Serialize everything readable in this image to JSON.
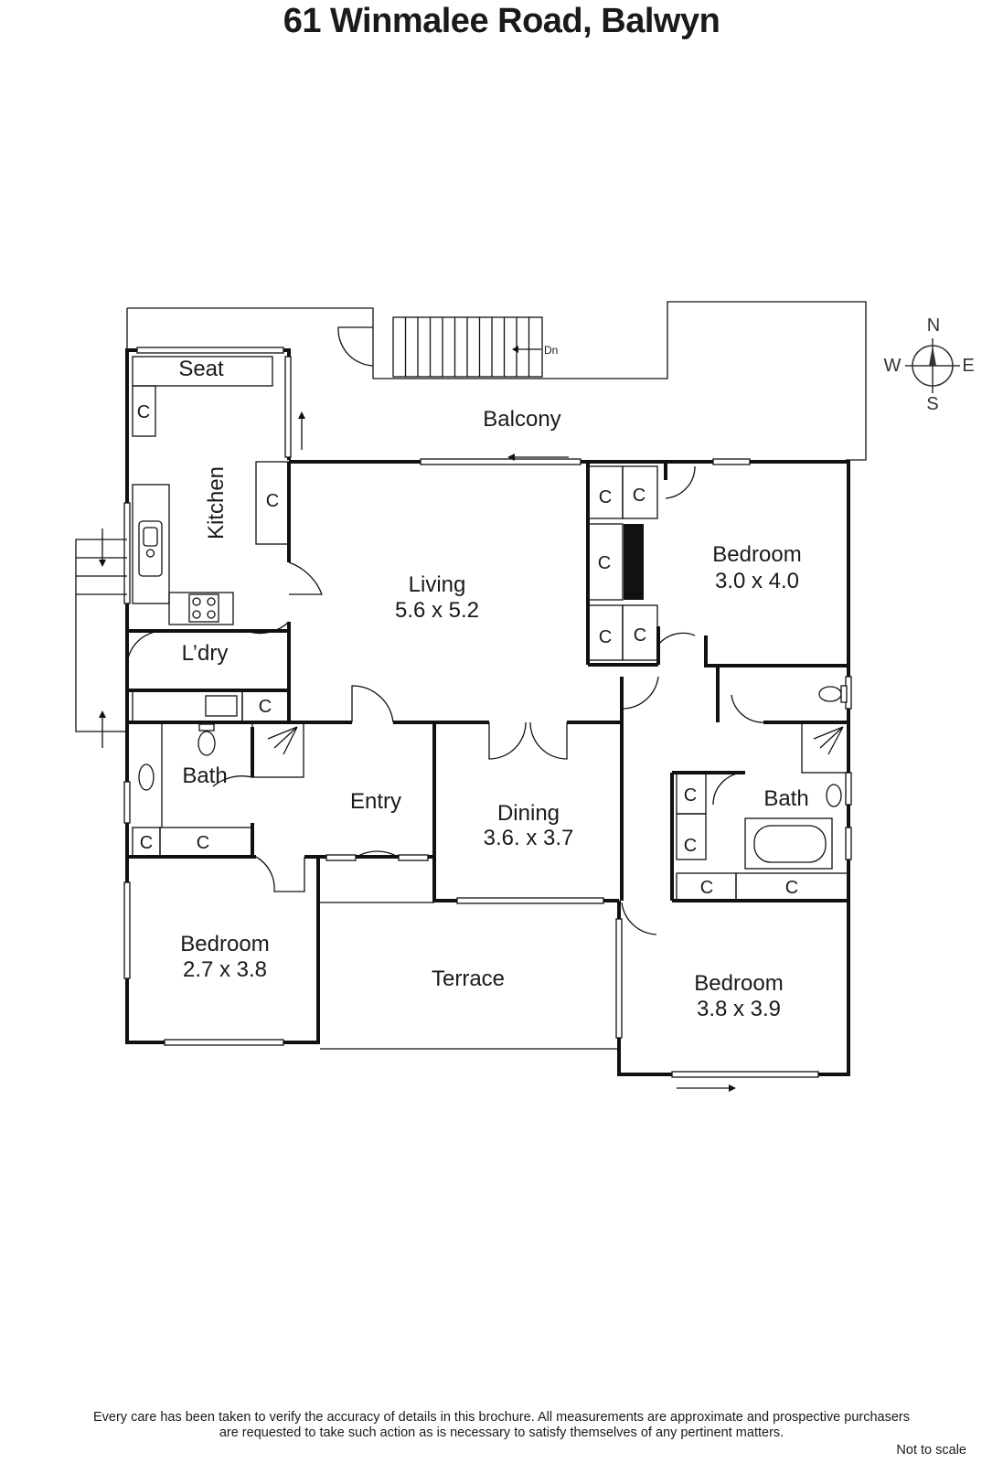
{
  "title": "61 Winmalee Road, Balwyn",
  "rooms": {
    "balcony": "Balcony",
    "seat": "Seat",
    "kitchen": "Kitchen",
    "laundry": "L’dry",
    "living": {
      "name": "Living",
      "dims": "5.6 x 5.2"
    },
    "bedroom_ne": {
      "name": "Bedroom",
      "dims": "3.0 x 4.0"
    },
    "bath_w": "Bath",
    "entry": "Entry",
    "dining": {
      "name": "Dining",
      "dims": "3.6. x 3.7"
    },
    "bath_e": "Bath",
    "bedroom_sw": {
      "name": "Bedroom",
      "dims": "2.7 x 3.8"
    },
    "terrace": "Terrace",
    "bedroom_se": {
      "name": "Bedroom",
      "dims": "3.8 x 3.9"
    }
  },
  "cupboard_label": "C",
  "stairs_label": "Dn",
  "compass": {
    "n": "N",
    "e": "E",
    "s": "S",
    "w": "W"
  },
  "disclaimer": {
    "line1": "Every care has been taken to verify the accuracy of details in this brochure.  All measurements are approximate and prospective purchasers",
    "line2": "are requested to take such action as is necessary to satisfy themselves of any pertinent matters."
  },
  "not_to_scale": "Not to scale"
}
